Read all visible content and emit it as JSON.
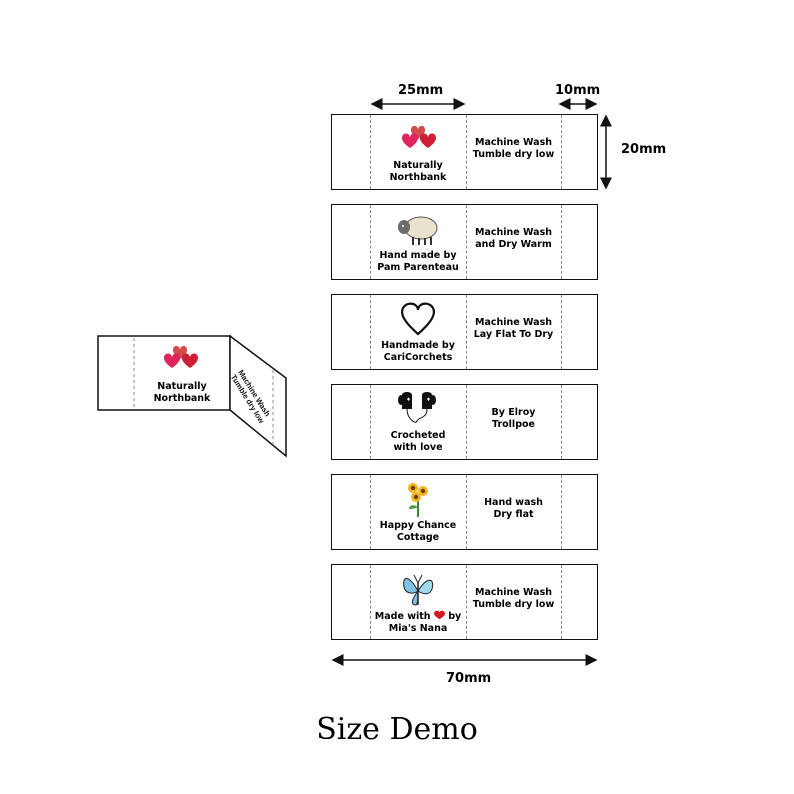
{
  "dimensions": {
    "top_left": "25mm",
    "top_right": "10mm",
    "side": "20mm",
    "bottom": "70mm"
  },
  "labels": [
    {
      "icon": "hearts-icon",
      "name_lines": [
        "Naturally",
        "Northbank"
      ],
      "care_lines": [
        "Machine Wash",
        "Tumble dry low"
      ]
    },
    {
      "icon": "sheep-icon",
      "name_lines": [
        "Hand made by",
        "Pam Parenteau"
      ],
      "care_lines": [
        "Machine Wash",
        "and Dry Warm"
      ]
    },
    {
      "icon": "heart-outline-icon",
      "name_lines": [
        "Handmade by",
        "CariCorchets"
      ],
      "care_lines": [
        "Machine Wash",
        "Lay Flat To Dry"
      ]
    },
    {
      "icon": "mittens-icon",
      "name_lines": [
        "Crocheted",
        "with love"
      ],
      "care_lines": [
        "By Elroy",
        "Trollpoe"
      ]
    },
    {
      "icon": "sunflower-icon",
      "name_lines": [
        "Happy Chance",
        "Cottage"
      ],
      "care_lines": [
        "Hand wash",
        "Dry flat"
      ]
    },
    {
      "icon": "butterfly-icon",
      "name_lines": [
        "Made with",
        "by",
        "Mia's Nana"
      ],
      "care_lines": [
        "Machine Wash",
        "Tumble dry low"
      ]
    }
  ],
  "folded_label": {
    "icon": "hearts-icon",
    "name_lines": [
      "Naturally",
      "Northbank"
    ],
    "care_lines": [
      "Machine Wash",
      "Tumble dry low"
    ]
  },
  "title": "Size Demo"
}
